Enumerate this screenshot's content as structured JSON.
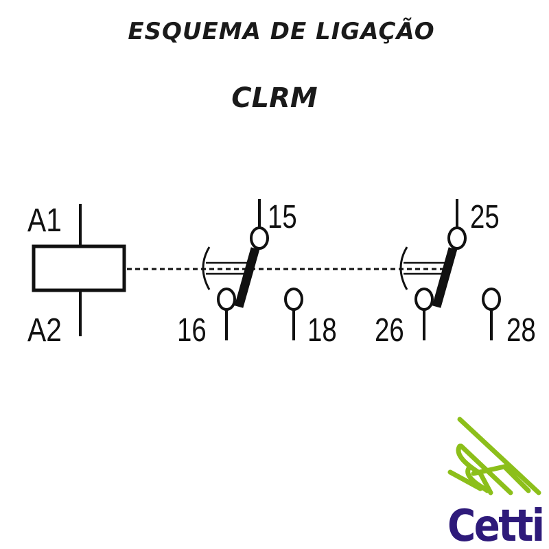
{
  "header": {
    "title": "ESQUEMA  DE  LIGAÇÃO",
    "model": "CLRM"
  },
  "diagram": {
    "coil": {
      "top_label": "A1",
      "bottom_label": "A2"
    },
    "contacts": [
      {
        "common": "15",
        "nc": "16",
        "no": "18"
      },
      {
        "common": "25",
        "nc": "26",
        "no": "28"
      }
    ]
  },
  "logo": {
    "text": "Cetti",
    "text_color": "#2e1a7a",
    "mark_color": "#8cbf1a"
  }
}
